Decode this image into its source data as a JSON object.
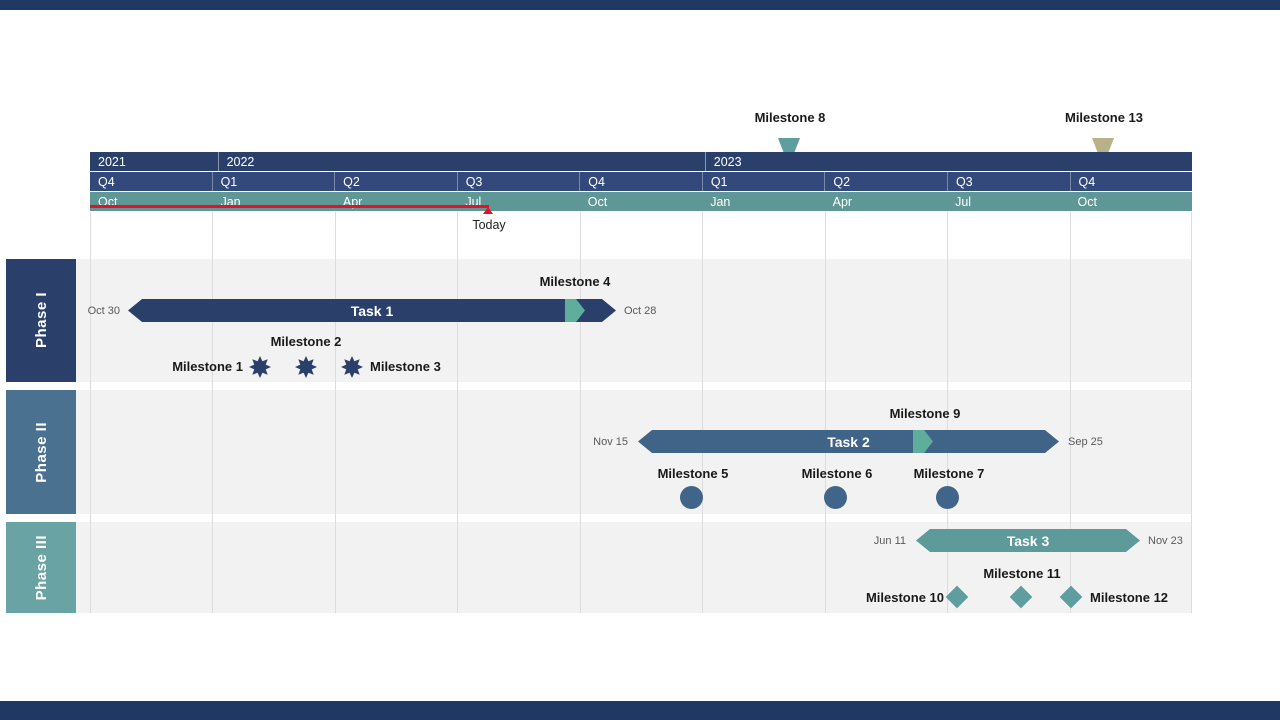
{
  "colors": {
    "frame": "#1f3864",
    "navy": "#2b3f6b",
    "qrow": "#33497b",
    "mrow": "#5f9696",
    "steel": "#3f6487",
    "steelblock": "#4b7190",
    "teal": "#5f9a9a",
    "tealblock": "#6aa3a3",
    "chev": "#5fae9c",
    "khaki": "#b9b189",
    "flagteal": "#5f9e9e",
    "dotsteel": "#41658a",
    "diateal": "#5f9ea0",
    "red": "#e81123",
    "band": "#f2f2f2",
    "grid": "#dcdcdc",
    "labeldark": "#1a1a1a",
    "dategray": "#595959"
  },
  "chart_data": {
    "type": "gantt",
    "timeline": {
      "years": [
        {
          "label": "2021",
          "span_quarters": 1
        },
        {
          "label": "2022",
          "span_quarters": 4
        },
        {
          "label": "2023",
          "span_quarters": 4
        }
      ],
      "quarters": [
        "Q4",
        "Q1",
        "Q2",
        "Q3",
        "Q4",
        "Q1",
        "Q2",
        "Q3",
        "Q4"
      ],
      "months": [
        "Oct",
        "Jan",
        "Apr",
        "Jul",
        "Oct",
        "Jan",
        "Apr",
        "Jul",
        "Oct"
      ],
      "range": [
        "Oct 2021",
        "Dec 2023"
      ],
      "today": {
        "label": "Today",
        "approx_date": "Jul 2022"
      }
    },
    "unattached_milestones": [
      {
        "name": "Milestone 8",
        "shape": "flag",
        "approx_date": "Mar 2023"
      },
      {
        "name": "Milestone 13",
        "shape": "flag",
        "approx_date": "Oct 2023"
      }
    ],
    "phases": [
      {
        "name": "Phase I",
        "tasks": [
          {
            "name": "Task 1",
            "start_label": "Oct 30",
            "end_label": "Oct 28",
            "approx_start": "Oct 30, 2021",
            "approx_end": "Oct 28, 2022",
            "bar_milestones": [
              {
                "name": "Milestone 4",
                "shape": "chevron",
                "approx_date": "Sep 2022"
              }
            ]
          }
        ],
        "milestones": [
          {
            "name": "Milestone 1",
            "shape": "burst",
            "approx_date": "Feb 2022",
            "label_position": "left"
          },
          {
            "name": "Milestone 2",
            "shape": "burst",
            "approx_date": "Mar 2022",
            "label_position": "above"
          },
          {
            "name": "Milestone 3",
            "shape": "burst",
            "approx_date": "Apr 2022",
            "label_position": "right"
          }
        ]
      },
      {
        "name": "Phase II",
        "tasks": [
          {
            "name": "Task 2",
            "start_label": "Nov 15",
            "end_label": "Sep 25",
            "approx_start": "Nov 15, 2022",
            "approx_end": "Sep 25, 2023",
            "bar_milestones": [
              {
                "name": "Milestone 9",
                "shape": "chevron",
                "approx_date": "Jun 2023"
              }
            ]
          }
        ],
        "milestones": [
          {
            "name": "Milestone 5",
            "shape": "circle",
            "approx_date": "Dec 2022",
            "label_position": "above"
          },
          {
            "name": "Milestone 6",
            "shape": "circle",
            "approx_date": "Apr 2023",
            "label_position": "above"
          },
          {
            "name": "Milestone 7",
            "shape": "circle",
            "approx_date": "Jul 2023",
            "label_position": "above"
          }
        ]
      },
      {
        "name": "Phase III",
        "tasks": [
          {
            "name": "Task 3",
            "start_label": "Jun 11",
            "end_label": "Nov 23",
            "approx_start": "Jun 11, 2023",
            "approx_end": "Nov 23, 2023",
            "bar_milestones": []
          }
        ],
        "milestones": [
          {
            "name": "Milestone 10",
            "shape": "diamond",
            "approx_date": "Jul 2023",
            "label_position": "left"
          },
          {
            "name": "Milestone 11",
            "shape": "diamond",
            "approx_date": "Aug 2023",
            "label_position": "above"
          },
          {
            "name": "Milestone 12",
            "shape": "diamond",
            "approx_date": "Oct 2023",
            "label_position": "right"
          }
        ]
      }
    ]
  }
}
